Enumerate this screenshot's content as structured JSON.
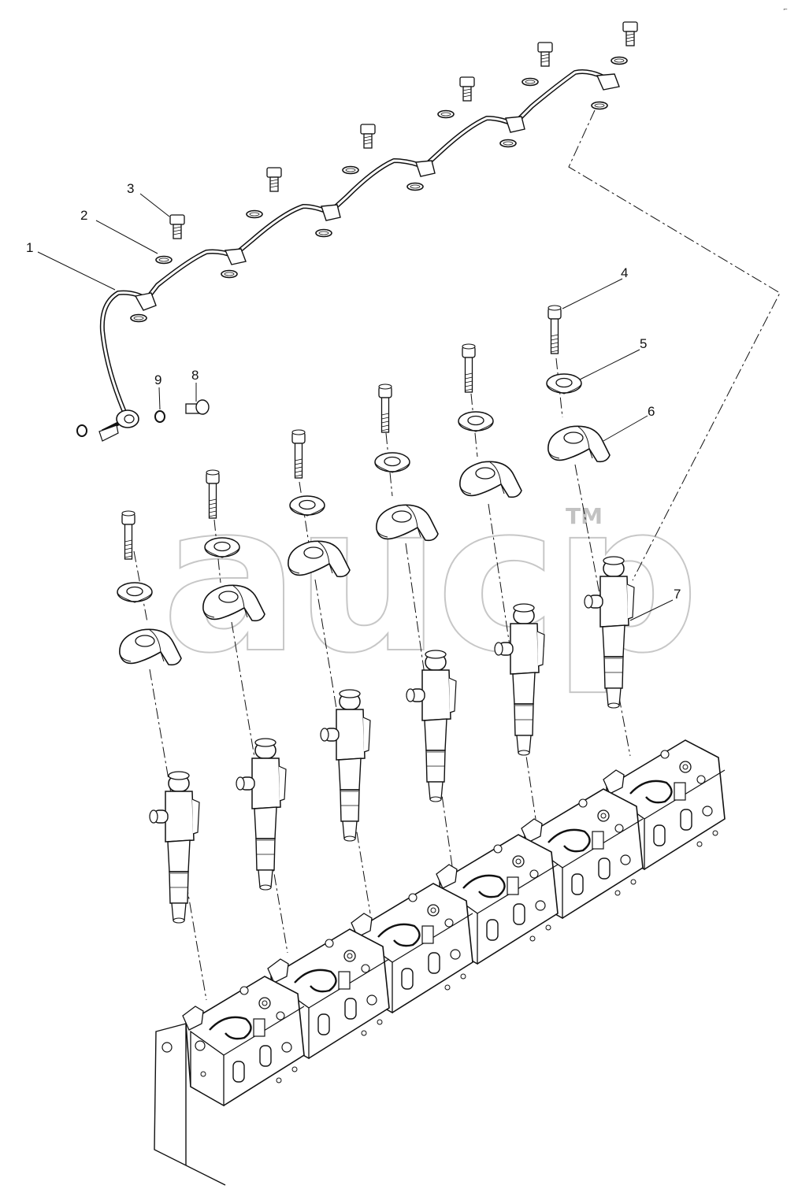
{
  "watermark": {
    "text": "aucp",
    "trademark": "TM"
  },
  "sheet_mark": "⌐",
  "callouts": [
    {
      "number": "1"
    },
    {
      "number": "2"
    },
    {
      "number": "3"
    },
    {
      "number": "4"
    },
    {
      "number": "5"
    },
    {
      "number": "6"
    },
    {
      "number": "7"
    },
    {
      "number": "8"
    },
    {
      "number": "9"
    }
  ],
  "colors": {
    "line": "#111111",
    "watermark": "#9a9a9a",
    "background": "#ffffff"
  }
}
